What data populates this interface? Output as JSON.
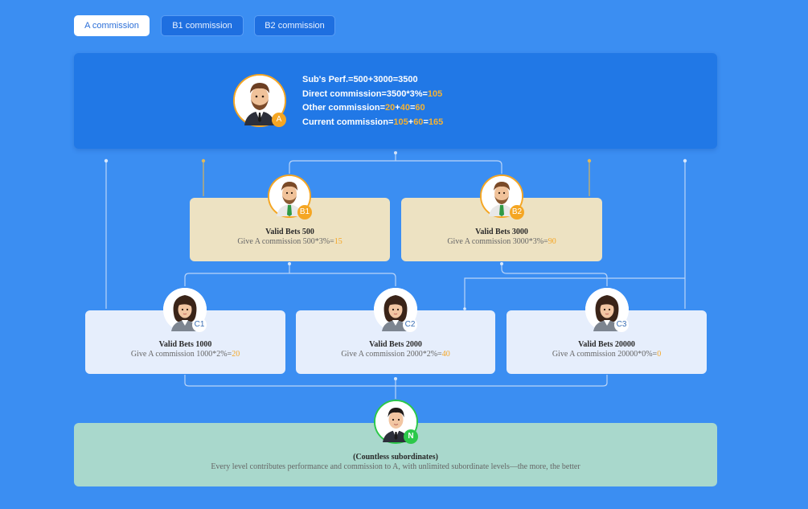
{
  "tabs": [
    {
      "label": "A commission",
      "active": true
    },
    {
      "label": "B1 commission",
      "active": false
    },
    {
      "label": "B2 commission",
      "active": false
    }
  ],
  "top": {
    "badge": "A",
    "subs_perf": "Sub's Perf.=500+3000=3500",
    "direct_prefix": "Direct commission=3500*3%=",
    "direct_value": "105",
    "other_prefix": "Other commission=",
    "other_v1": "20",
    "other_plus": "+",
    "other_v2": "40",
    "other_eq": "=",
    "other_total": "60",
    "current_prefix": "Current commission=",
    "current_v1": "105",
    "current_plus": "+",
    "current_v2": "60",
    "current_eq": "=",
    "current_total": "165"
  },
  "b_level": [
    {
      "badge": "B1",
      "title": "Valid Bets 500",
      "sub_prefix": "Give A commission 500*3%=",
      "sub_value": "15"
    },
    {
      "badge": "B2",
      "title": "Valid Bets 3000",
      "sub_prefix": "Give A commission 3000*3%=",
      "sub_value": "90"
    }
  ],
  "c_level": [
    {
      "badge": "C1",
      "title": "Valid Bets 1000",
      "sub_prefix": "Give A commission 1000*2%=",
      "sub_value": "20"
    },
    {
      "badge": "C2",
      "title": "Valid Bets 2000",
      "sub_prefix": "Give A commission 2000*2%=",
      "sub_value": "40"
    },
    {
      "badge": "C3",
      "title": "Valid Bets 20000",
      "sub_prefix": "Give A commission 20000*0%=",
      "sub_value": "0"
    }
  ],
  "n_level": {
    "badge": "N",
    "title": "(Countless subordinates)",
    "description": "Every level contributes performance and commission to A, with unlimited subordinate levels—the more, the better"
  },
  "colors": {
    "background": "#3b8ef2",
    "top_box": "#2178e6",
    "b_box": "#ede2c2",
    "c_box": "#e6eefc",
    "n_box": "#a9d8cc",
    "highlight": "#f5a623",
    "badge_green": "#2cc84a"
  }
}
